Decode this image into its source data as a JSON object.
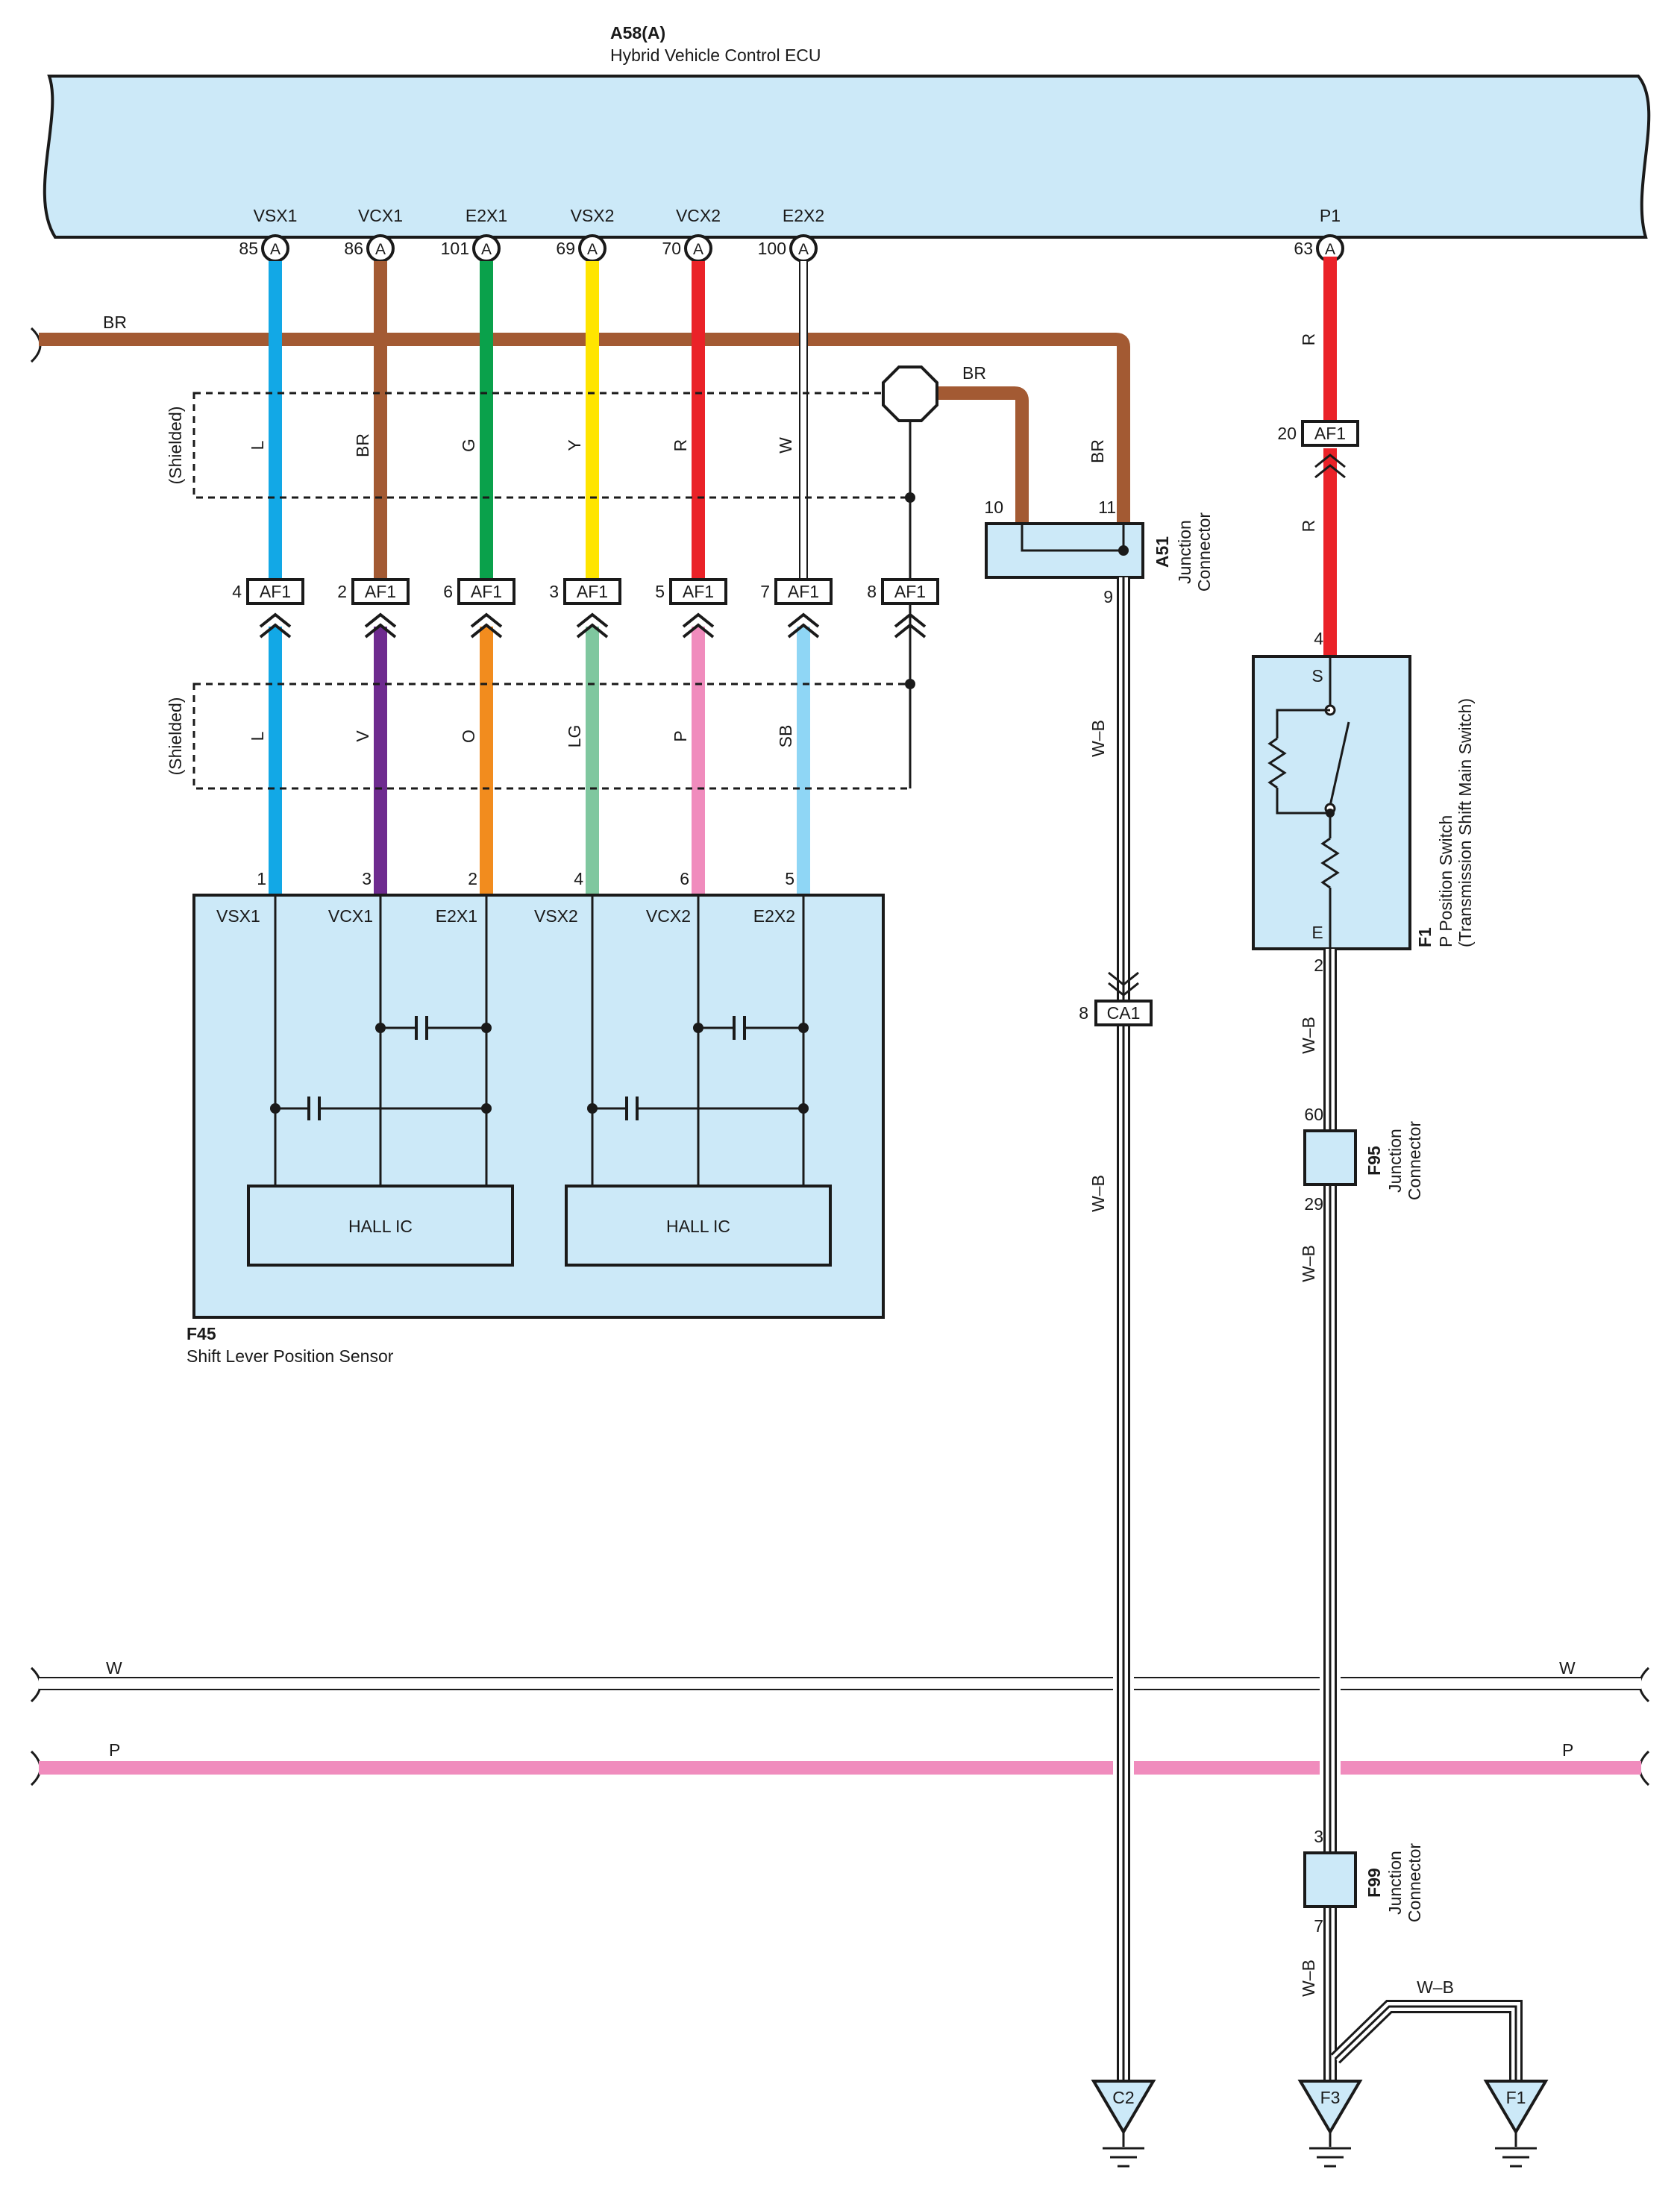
{
  "ecu": {
    "code": "A58(A)",
    "name": "Hybrid Vehicle Control ECU",
    "connector_letter": "A",
    "pins": [
      {
        "name": "VSX1",
        "num": "85"
      },
      {
        "name": "VCX1",
        "num": "86"
      },
      {
        "name": "E2X1",
        "num": "101"
      },
      {
        "name": "VSX2",
        "num": "69"
      },
      {
        "name": "VCX2",
        "num": "70"
      },
      {
        "name": "E2X2",
        "num": "100"
      },
      {
        "name": "P1",
        "num": "63"
      }
    ]
  },
  "br_bus": {
    "label": "BR"
  },
  "shield_upper": {
    "label": "(Shielded)",
    "wire_colors": [
      "L",
      "BR",
      "G",
      "Y",
      "R",
      "W"
    ]
  },
  "shield_lower": {
    "label": "(Shielded)",
    "wire_colors": [
      "L",
      "V",
      "O",
      "LG",
      "P",
      "SB"
    ]
  },
  "shield_ground": {
    "label": "BR"
  },
  "af1_row": {
    "code": "AF1",
    "pins": [
      "4",
      "2",
      "6",
      "3",
      "5",
      "7",
      "8"
    ]
  },
  "p_line": {
    "upper_color": "R",
    "af1_pin": "20",
    "af1_code": "AF1",
    "lower_color": "R"
  },
  "a51": {
    "code": "A51",
    "name_line1": "Junction",
    "name_line2": "Connector",
    "pin_left": "10",
    "pin_right": "11",
    "pin_bottom": "9",
    "br_label": "BR",
    "out_color": "W–B"
  },
  "ca1": {
    "code": "CA1",
    "pin": "8",
    "out_color": "W–B"
  },
  "sensor": {
    "code": "F45",
    "name": "Shift Lever Position Sensor",
    "pin_nums": [
      "1",
      "3",
      "2",
      "4",
      "6",
      "5"
    ],
    "pin_names": [
      "VSX1",
      "VCX1",
      "E2X1",
      "VSX2",
      "VCX2",
      "E2X2"
    ],
    "hall1": "HALL IC",
    "hall2": "HALL IC"
  },
  "f1_switch": {
    "code": "F1",
    "name_line1": "P Position Switch",
    "name_line2": "(Transmission Shift Main Switch)",
    "pin_top": "4",
    "pin_bottom": "2",
    "term_top": "S",
    "term_bottom": "E"
  },
  "f95": {
    "code": "F95",
    "name_line1": "Junction",
    "name_line2": "Connector",
    "pin_top": "60",
    "pin_bottom": "29",
    "color_above": "W–B",
    "color_below": "W–B"
  },
  "bus_w": {
    "label_left": "W",
    "label_right": "W"
  },
  "bus_p": {
    "label_left": "P",
    "label_right": "P"
  },
  "f99": {
    "code": "F99",
    "name_line1": "Junction",
    "name_line2": "Connector",
    "pin_top": "3",
    "pin_bottom": "7",
    "color_below": "W–B",
    "branch_color": "W–B"
  },
  "grounds": [
    "C2",
    "F3",
    "F1"
  ],
  "colors": {
    "L": "#12a8e6",
    "BR": "#a35a33",
    "G": "#0aa14b",
    "Y": "#ffe500",
    "R": "#ea2228",
    "W": "#ffffff",
    "V": "#6e2b8f",
    "O": "#f28c1e",
    "LG": "#7fc79f",
    "P": "#f08cbd",
    "SB": "#8fd6f5",
    "box_fill": "#cce9f8"
  }
}
